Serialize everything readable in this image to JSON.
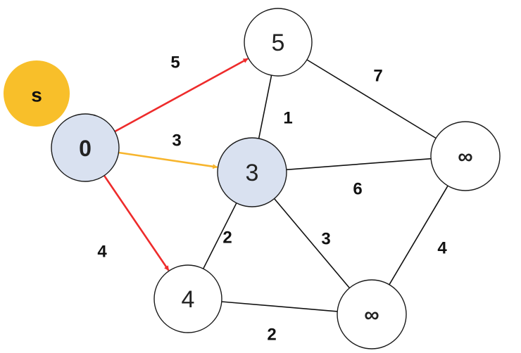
{
  "source_tag": {
    "label": "s",
    "color": "#f8bf2a"
  },
  "colors": {
    "visited_fill": "#d9e1f0",
    "unvisited_fill": "#ffffff",
    "stroke": "#1a1a1a",
    "relaxed_edge": "#ee2b2b",
    "selected_edge": "#f7b52d",
    "plain_edge": "#111111"
  },
  "nodes": [
    {
      "id": "src",
      "label": "0",
      "visited": true,
      "bold": true
    },
    {
      "id": "top",
      "label": "5",
      "visited": false,
      "bold": false
    },
    {
      "id": "mid",
      "label": "3",
      "visited": true,
      "bold": false
    },
    {
      "id": "right",
      "label": "∞",
      "visited": false,
      "bold": true
    },
    {
      "id": "bl",
      "label": "4",
      "visited": false,
      "bold": false
    },
    {
      "id": "br",
      "label": "∞",
      "visited": false,
      "bold": true
    }
  ],
  "edges": [
    {
      "id": "src-top",
      "from": "src",
      "to": "top",
      "weight": "5",
      "style": "relaxed",
      "arrow": true
    },
    {
      "id": "src-mid",
      "from": "src",
      "to": "mid",
      "weight": "3",
      "style": "selected",
      "arrow": true
    },
    {
      "id": "src-bl",
      "from": "src",
      "to": "bl",
      "weight": "4",
      "style": "relaxed",
      "arrow": true
    },
    {
      "id": "top-mid",
      "from": "top",
      "to": "mid",
      "weight": "1",
      "style": "plain",
      "arrow": false
    },
    {
      "id": "top-right",
      "from": "top",
      "to": "right",
      "weight": "7",
      "style": "plain",
      "arrow": false
    },
    {
      "id": "mid-right",
      "from": "mid",
      "to": "right",
      "weight": "6",
      "style": "plain",
      "arrow": false
    },
    {
      "id": "mid-bl",
      "from": "mid",
      "to": "bl",
      "weight": "2",
      "style": "plain",
      "arrow": false
    },
    {
      "id": "mid-br",
      "from": "mid",
      "to": "br",
      "weight": "3",
      "style": "plain",
      "arrow": false
    },
    {
      "id": "bl-br",
      "from": "bl",
      "to": "br",
      "weight": "2",
      "style": "plain",
      "arrow": false
    },
    {
      "id": "right-br",
      "from": "right",
      "to": "br",
      "weight": "4",
      "style": "plain",
      "arrow": false
    }
  ]
}
